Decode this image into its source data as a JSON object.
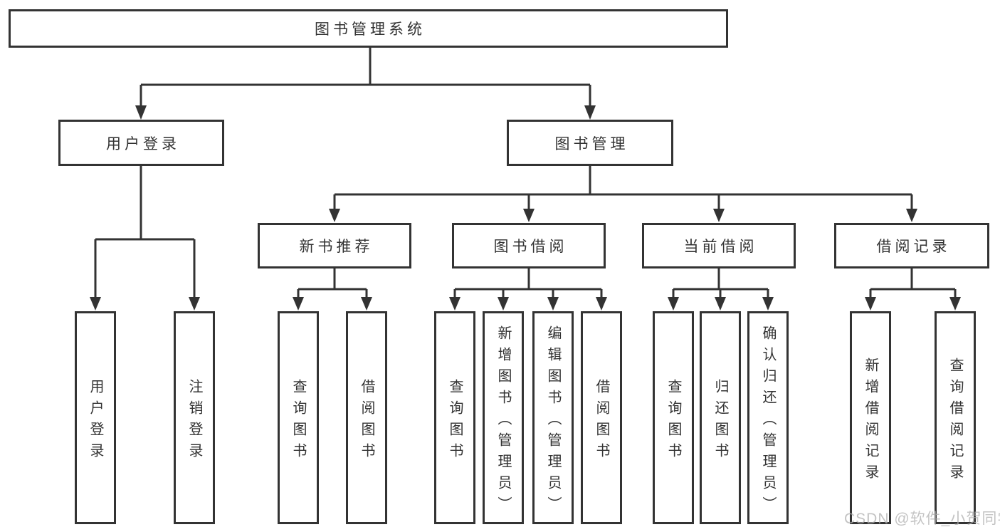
{
  "tree": {
    "root": {
      "label": "图书管理系统"
    },
    "branches": [
      {
        "label": "用户登录",
        "children": [
          {
            "label": "用户登录"
          },
          {
            "label": "注销登录"
          }
        ]
      },
      {
        "label": "图书管理",
        "children": [
          {
            "label": "新书推荐",
            "children": [
              {
                "label": "查询图书"
              },
              {
                "label": "借阅图书"
              }
            ]
          },
          {
            "label": "图书借阅",
            "children": [
              {
                "label": "查询图书"
              },
              {
                "label": "新增图书（管理员）"
              },
              {
                "label": "编辑图书（管理员）"
              },
              {
                "label": "借阅图书"
              }
            ]
          },
          {
            "label": "当前借阅",
            "children": [
              {
                "label": "查询图书"
              },
              {
                "label": "归还图书"
              },
              {
                "label": "确认归还（管理员）"
              }
            ]
          },
          {
            "label": "借阅记录",
            "children": [
              {
                "label": "新增借阅记录"
              },
              {
                "label": "查询借阅记录"
              }
            ]
          }
        ]
      }
    ]
  },
  "watermark": {
    "text": "CSDN @软件_小贺同学"
  },
  "colors": {
    "background": "#ffffff",
    "line": "#333333",
    "border": "#333333",
    "text": "#333333",
    "watermark": "#b0b0b0"
  }
}
